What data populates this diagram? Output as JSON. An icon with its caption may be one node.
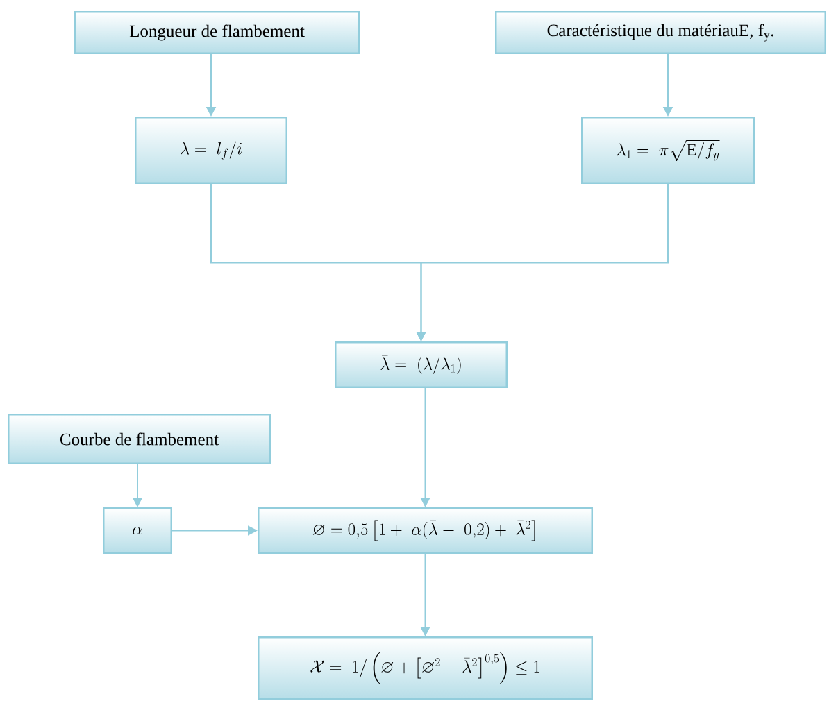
{
  "diagram": {
    "nodes": [
      {
        "text": [
          "Longueur de flambement"
        ]
      },
      {
        "text": [
          "Caractéristique  du matériauE, f$_{y}$."
        ]
      },
      {
        "text": [
          "\\lambda = \\; l_f/i"
        ]
      },
      {
        "text": [
          "\\lambda_1 = \\; \\pi\\sqrt{\\mathrm{E}/f_y}"
        ]
      },
      {
        "text": [
          "\\bar{\\lambda} = \\; (\\lambda/\\lambda_1)"
        ]
      },
      {
        "text": [
          "Courbe de flambement"
        ]
      },
      {
        "text": [
          "\\alpha"
        ]
      },
      {
        "text": [
          "\\varnothing = 0{,}5\\left[1 + \\; \\alpha(\\bar{\\lambda} -\\; 0{,}2) + \\; \\bar{\\lambda}^2\\right]"
        ]
      },
      {
        "text": [
          "\\mathcal{X} = \\; 1/\\left(\\varnothing + \\left[\\varnothing^2 - \\bar{\\lambda}^2\\right]^{0{,}5}\\right) \\leq 1"
        ]
      }
    ],
    "edges": [
      {
        "from": 0,
        "to": 2,
        "arrow": "to"
      },
      {
        "from": 1,
        "to": 3,
        "arrow": "to"
      },
      {
        "from": 2,
        "to": 4,
        "arrow": "to"
      },
      {
        "from": 3,
        "to": 4,
        "arrow": "to"
      },
      {
        "from": 4,
        "to": 7,
        "arrow": "to"
      },
      {
        "from": 5,
        "to": 6,
        "arrow": "to"
      },
      {
        "from": 6,
        "to": 7,
        "arrow": "to"
      },
      {
        "from": 7,
        "to": 8,
        "arrow": "to"
      }
    ]
  }
}
